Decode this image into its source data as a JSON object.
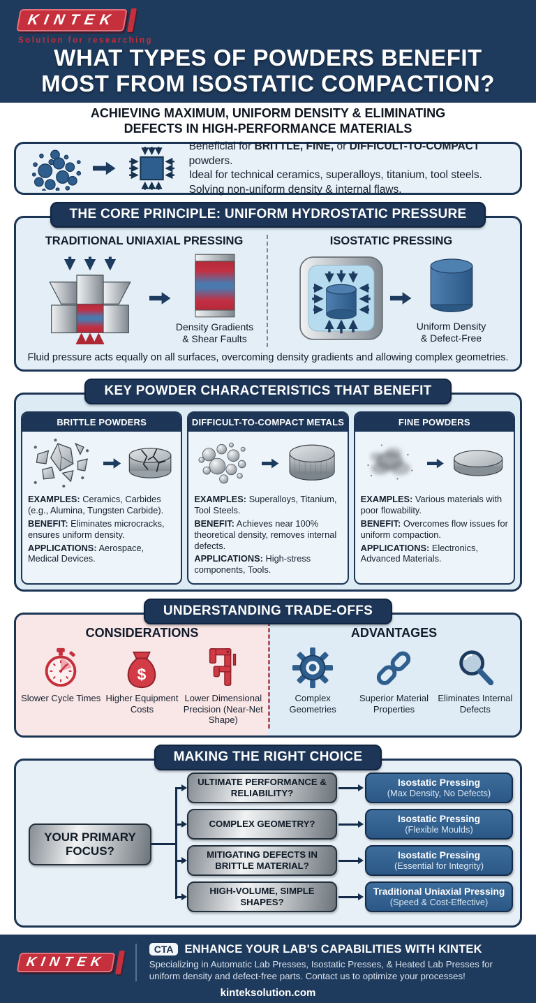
{
  "colors": {
    "navy": "#1e3a5c",
    "red": "#c5303c",
    "steel_blue": "#34628f",
    "panel_blue": "#e3eef6",
    "considerations_pink": "#f9e6e6",
    "advantages_blue": "#dfebf5"
  },
  "header": {
    "logo_text": "KINTEK",
    "tagline": "Solution for researching",
    "title_line1": "WHAT TYPES OF POWDERS BENEFIT",
    "title_line2": "MOST FROM ISOSTATIC COMPACTION?",
    "subtitle_line1": "ACHIEVING MAXIMUM, UNIFORM DENSITY & ELIMINATING",
    "subtitle_line2": "DEFECTS IN HIGH-PERFORMANCE MATERIALS"
  },
  "intro": {
    "line1_pre": "Beneficial for ",
    "line1_bold1": "BRITTLE, FINE,",
    "line1_mid": " or ",
    "line1_bold2": "DIFFICULT-TO-COMPACT",
    "line1_post": " powders.",
    "line2": "Ideal for technical ceramics, superalloys, titanium, tool steels.",
    "line3": "Solving non-uniform density & internal flaws."
  },
  "core_principle": {
    "title": "THE CORE PRINCIPLE: UNIFORM HYDROSTATIC PRESSURE",
    "left": {
      "heading": "TRADITIONAL UNIAXIAL PRESSING",
      "caption_line1": "Density Gradients",
      "caption_line2": "& Shear Faults"
    },
    "right": {
      "heading": "ISOSTATIC PRESSING",
      "caption_line1": "Uniform Density",
      "caption_line2": "& Defect-Free"
    },
    "footnote": "Fluid pressure acts equally on all surfaces, overcoming density gradients and allowing complex geometries."
  },
  "characteristics": {
    "title": "KEY POWDER CHARACTERISTICS THAT BENEFIT",
    "labels": {
      "examples": "EXAMPLES:",
      "benefit": "BENEFIT:",
      "applications": "APPLICATIONS:"
    },
    "columns": [
      {
        "heading": "BRITTLE POWDERS",
        "examples": "Ceramics, Carbides (e.g., Alumina, Tungsten Carbide).",
        "benefit": "Eliminates microcracks, ensures uniform density.",
        "applications": "Aerospace, Medical Devices."
      },
      {
        "heading": "DIFFICULT-TO-COMPACT METALS",
        "examples": "Superalloys, Titanium, Tool Steels.",
        "benefit": "Achieves near 100% theoretical density, removes internal defects.",
        "applications": "High-stress components, Tools."
      },
      {
        "heading": "FINE POWDERS",
        "examples": "Various materials with poor flowability.",
        "benefit": "Overcomes flow issues for uniform compaction.",
        "applications": "Electronics, Advanced Materials."
      }
    ]
  },
  "tradeoffs": {
    "title": "UNDERSTANDING TRADE-OFFS",
    "considerations": {
      "heading": "CONSIDERATIONS",
      "items": [
        {
          "icon": "stopwatch-icon",
          "label": "Slower Cycle Times"
        },
        {
          "icon": "money-bag-icon",
          "symbol": "$",
          "label": "Higher Equipment Costs"
        },
        {
          "icon": "caliper-icon",
          "label": "Lower Dimensional Precision (Near-Net Shape)"
        }
      ]
    },
    "advantages": {
      "heading": "ADVANTAGES",
      "items": [
        {
          "icon": "gear-icon",
          "label": "Complex Geometries"
        },
        {
          "icon": "chain-link-icon",
          "label": "Superior Material Properties"
        },
        {
          "icon": "magnifier-icon",
          "label": "Eliminates Internal Defects"
        }
      ]
    }
  },
  "decision": {
    "title": "MAKING THE RIGHT CHOICE",
    "root": "YOUR PRIMARY FOCUS?",
    "rows": [
      {
        "question": "ULTIMATE PERFORMANCE & RELIABILITY?",
        "answer_line1": "Isostatic Pressing",
        "answer_line2": "(Max Density, No Defects)"
      },
      {
        "question": "COMPLEX GEOMETRY?",
        "answer_line1": "Isostatic Pressing",
        "answer_line2": "(Flexible Moulds)"
      },
      {
        "question": "MITIGATING DEFECTS IN BRITTLE MATERIAL?",
        "answer_line1": "Isostatic Pressing",
        "answer_line2": "(Essential for Integrity)"
      },
      {
        "question": "HIGH-VOLUME, SIMPLE SHAPES?",
        "answer_line1": "Traditional Uniaxial Pressing",
        "answer_line2": "(Speed & Cost-Effective)"
      }
    ]
  },
  "footer": {
    "logo_text": "KINTEK",
    "cta_badge": "CTA",
    "heading": "ENHANCE YOUR LAB'S CAPABILITIES WITH KINTEK",
    "body_line1": "Specializing in Automatic Lab Presses, Isostatic Presses, & Heated Lab Presses for",
    "body_line2": "uniform density and defect-free parts. Contact us to optimize your processes!",
    "website": "kinteksolution.com"
  }
}
